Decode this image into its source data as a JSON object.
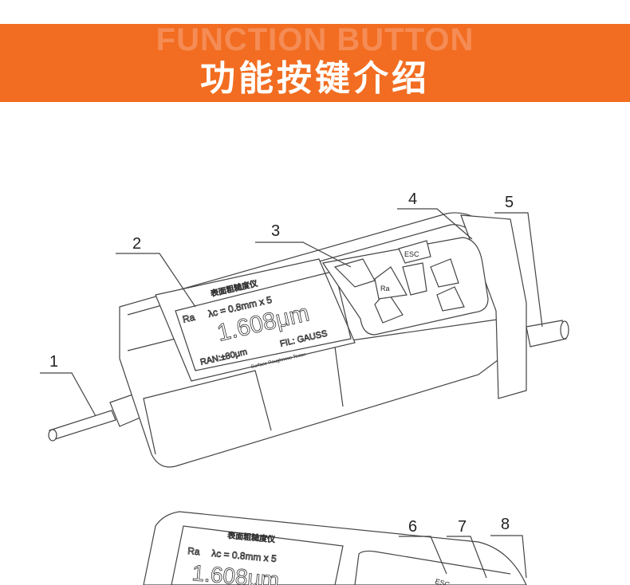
{
  "header": {
    "ghost_text": "FUNCTION BUTTON",
    "title": "功能按键介绍",
    "color": "#f26d21"
  },
  "device": {
    "brand_title": "表面粗糙度仪",
    "param": "Ra",
    "cutoff": "λc = 0.8mm x 5",
    "reading": "1.608μm",
    "range": "RAN:±80μm",
    "filter": "FIL: GAUSS",
    "subtitle": "Surface Roughness Tester",
    "keys": {
      "esc": "ESC",
      "ra": "Ra"
    }
  },
  "callouts": [
    "1",
    "2",
    "3",
    "4",
    "5",
    "6",
    "7",
    "8"
  ]
}
